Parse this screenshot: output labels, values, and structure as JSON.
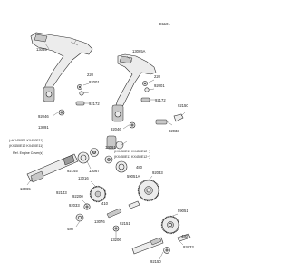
{
  "title": "Kickstarter Mechanism",
  "code": "E1101",
  "labels": {
    "p13065": "13065",
    "p13065a": "13065A",
    "p220": "220",
    "p92001": "92001",
    "p92172": "92172",
    "p13091": "13091",
    "p92046": "92046",
    "p13091b": "13091",
    "p220b": "220",
    "p92001b": "92001",
    "p92172b": "92172",
    "p92046b": "92046",
    "p92150": "92150",
    "p92033": "92033",
    "p13067": "13067",
    "p92145": "92145",
    "p13065b": "13065",
    "p92143": "92143",
    "p13016": "13016",
    "p92200": "92200",
    "p92033b": "92033",
    "p480": "480",
    "p59051a": "59051A",
    "p92033c": "92033",
    "p480b": "480",
    "p410": "410",
    "p13076": "13076",
    "p92151": "92151",
    "p13206": "13206",
    "p59051": "59051",
    "p92033d": "92033",
    "p92150b": "92150",
    "p480c": "480"
  },
  "notes": {
    "left_1": "(~KX450E1 KX450E11)",
    "left_2": "(KX450E12 KX450E11)",
    "left_ref": "Ref. Engine Cover(s)",
    "right_1": "(KX450E11 KX450E12~)",
    "right_2": "(KX450E11 KX450E12~)"
  }
}
